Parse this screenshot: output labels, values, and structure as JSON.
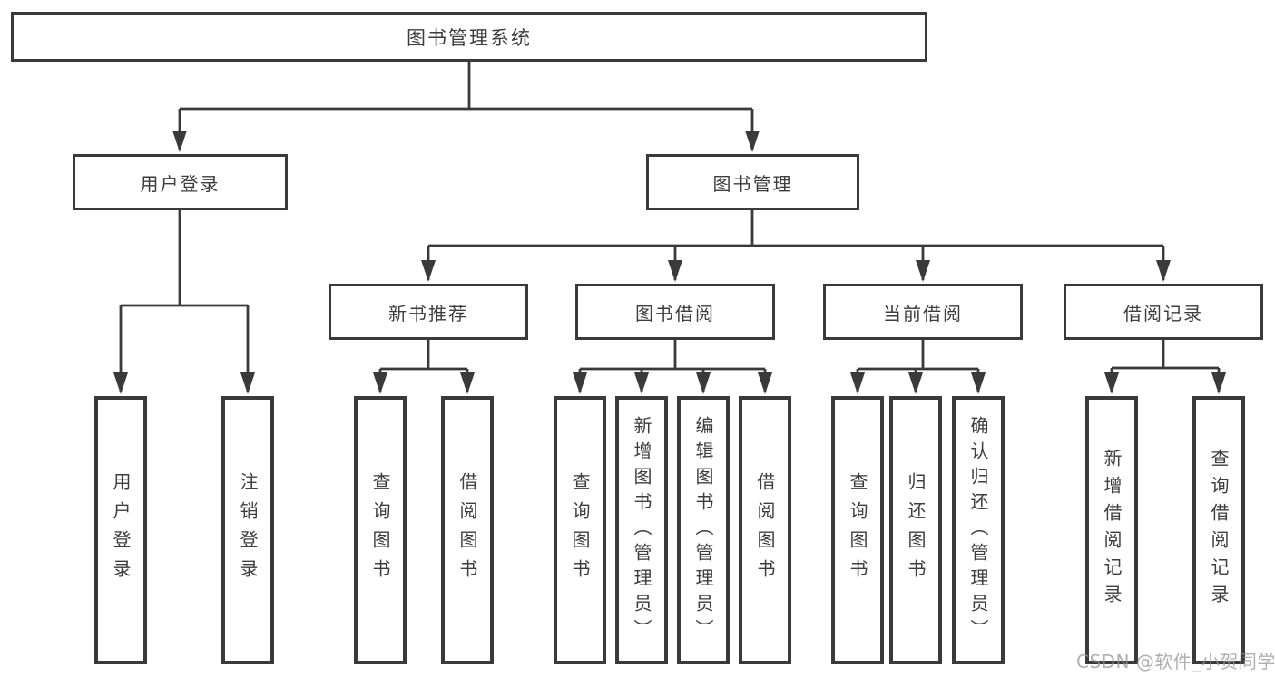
{
  "diagram": {
    "root": {
      "label": "图书管理系统"
    },
    "level2": {
      "user_login": {
        "label": "用户登录"
      },
      "book_management": {
        "label": "图书管理"
      }
    },
    "level3": {
      "new_book_recommend": {
        "label": "新书推荐"
      },
      "book_borrow": {
        "label": "图书借阅"
      },
      "current_borrow": {
        "label": "当前借阅"
      },
      "borrow_records": {
        "label": "借阅记录"
      }
    },
    "leaves": {
      "user_login": [
        "用户登录",
        "注销登录"
      ],
      "new_book_recommend": [
        "查询图书",
        "借阅图书"
      ],
      "book_borrow": [
        "查询图书",
        "新增图书（管理员）",
        "编辑图书（管理员）",
        "借阅图书"
      ],
      "current_borrow": [
        "查询图书",
        "归还图书",
        "确认归还（管理员）"
      ],
      "borrow_records": [
        "新增借阅记录",
        "查询借阅记录"
      ]
    }
  },
  "watermark": {
    "text": "CSDN @软件_小贺同学"
  },
  "colors": {
    "line": "#3a3a3a",
    "box_border": "#3a3a3a",
    "text": "#3d3d3d",
    "background": "#ffffff",
    "watermark": "#949494"
  }
}
